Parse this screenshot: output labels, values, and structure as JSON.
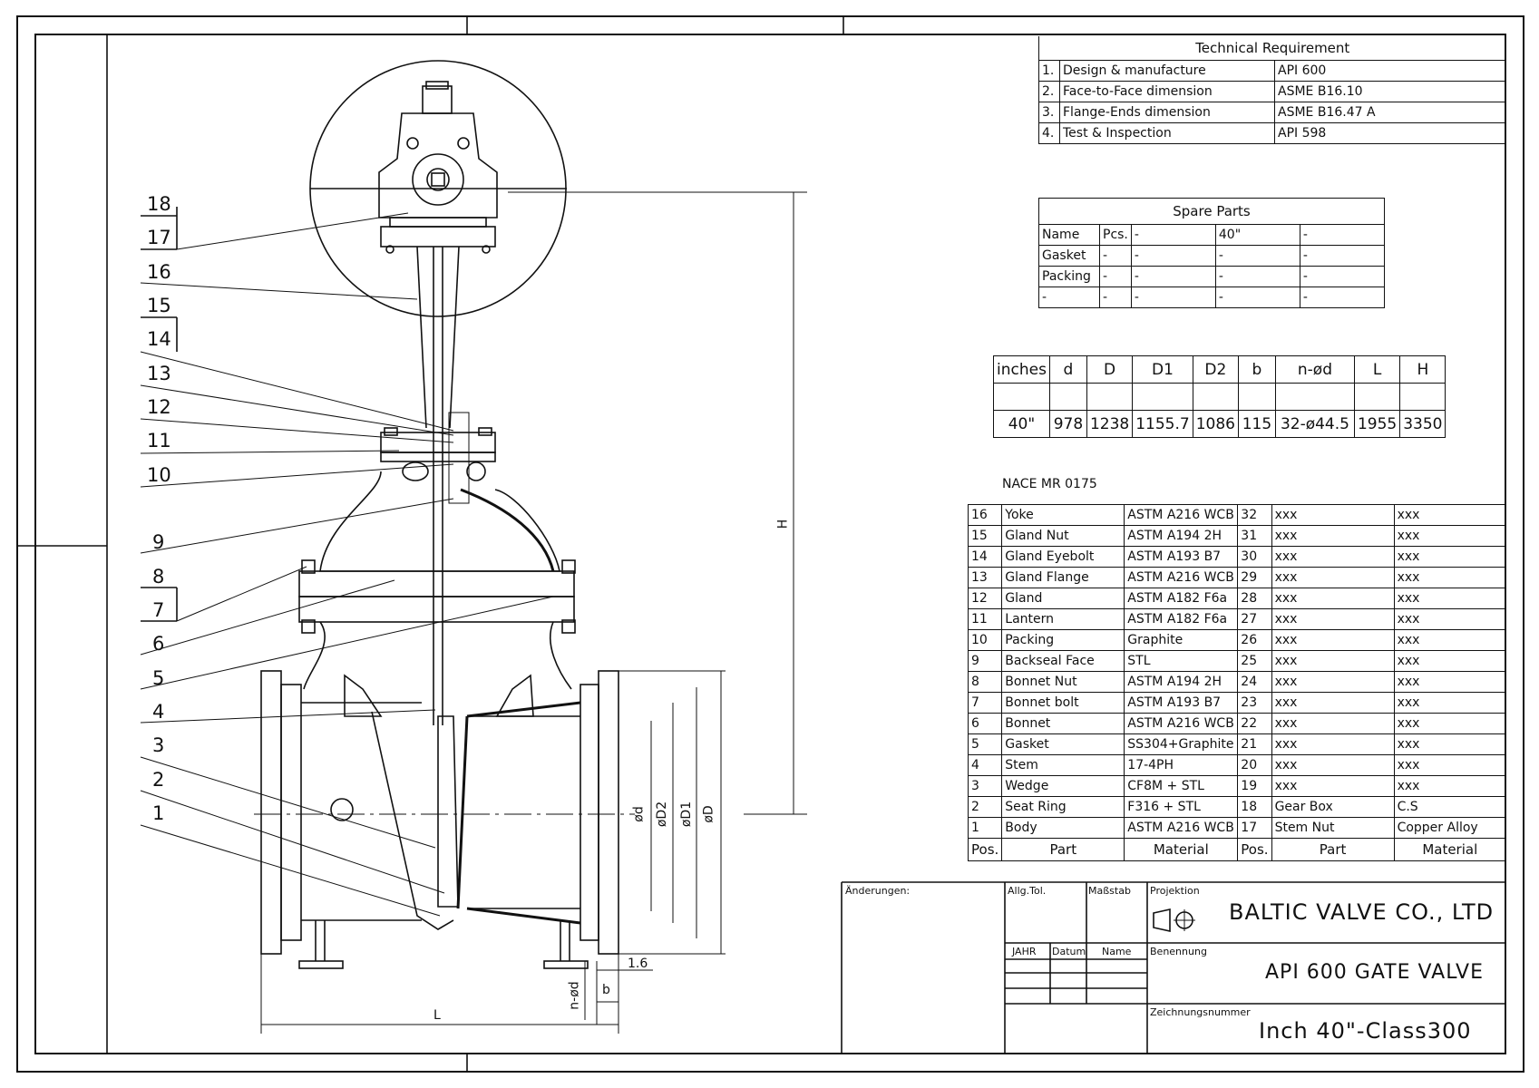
{
  "technical_requirement": {
    "title": "Technical Requirement",
    "rows": [
      {
        "no": "1.",
        "item": "Design & manufacture",
        "value": "API 600"
      },
      {
        "no": "2.",
        "item": "Face-to-Face dimension",
        "value": "ASME B16.10"
      },
      {
        "no": "3.",
        "item": "Flange-Ends dimension",
        "value": "ASME B16.47 A"
      },
      {
        "no": "4.",
        "item": "Test & Inspection",
        "value": "API 598"
      }
    ]
  },
  "spare_parts": {
    "title": "Spare Parts",
    "rows": [
      [
        "Name",
        "Pcs.",
        "-",
        "40\"",
        "-"
      ],
      [
        "Gasket",
        "-",
        "-",
        "-",
        "-"
      ],
      [
        "Packing",
        "-",
        "-",
        "-",
        "-"
      ],
      [
        "-",
        "-",
        "-",
        "-",
        "-"
      ]
    ]
  },
  "dimensions": {
    "headers": [
      "inches",
      "d",
      "D",
      "D1",
      "D2",
      "b",
      "n-ød",
      "L",
      "H"
    ],
    "rows": [
      [
        "40\"",
        "978",
        "1238",
        "1155.7",
        "1086",
        "115",
        "32-ø44.5",
        "1955",
        "3350"
      ]
    ]
  },
  "nace": "NACE MR 0175",
  "parts_list": {
    "rows": [
      [
        "16",
        "Yoke",
        "ASTM A216 WCB",
        "32",
        "xxx",
        "xxx"
      ],
      [
        "15",
        "Gland Nut",
        "ASTM A194 2H",
        "31",
        "xxx",
        "xxx"
      ],
      [
        "14",
        "Gland Eyebolt",
        "ASTM A193 B7",
        "30",
        "xxx",
        "xxx"
      ],
      [
        "13",
        "Gland Flange",
        "ASTM A216 WCB",
        "29",
        "xxx",
        "xxx"
      ],
      [
        "12",
        "Gland",
        "ASTM A182 F6a",
        "28",
        "xxx",
        "xxx"
      ],
      [
        "11",
        "Lantern",
        "ASTM A182 F6a",
        "27",
        "xxx",
        "xxx"
      ],
      [
        "10",
        "Packing",
        "Graphite",
        "26",
        "xxx",
        "xxx"
      ],
      [
        "9",
        "Backseal Face",
        "STL",
        "25",
        "xxx",
        "xxx"
      ],
      [
        "8",
        "Bonnet Nut",
        "ASTM A194 2H",
        "24",
        "xxx",
        "xxx"
      ],
      [
        "7",
        "Bonnet bolt",
        "ASTM A193 B7",
        "23",
        "xxx",
        "xxx"
      ],
      [
        "6",
        "Bonnet",
        "ASTM A216 WCB",
        "22",
        "xxx",
        "xxx"
      ],
      [
        "5",
        "Gasket",
        "SS304+Graphite",
        "21",
        "xxx",
        "xxx"
      ],
      [
        "4",
        "Stem",
        "17-4PH",
        "20",
        "xxx",
        "xxx"
      ],
      [
        "3",
        "Wedge",
        "CF8M + STL",
        "19",
        "xxx",
        "xxx"
      ],
      [
        "2",
        "Seat Ring",
        "F316 + STL",
        "18",
        "Gear Box",
        "C.S"
      ],
      [
        "1",
        "Body",
        "ASTM A216 WCB",
        "17",
        "Stem Nut",
        "Copper Alloy"
      ]
    ],
    "footer": [
      "Pos.",
      "Part",
      "Material",
      "Pos.",
      "Part",
      "Material"
    ]
  },
  "title_block": {
    "changes": "Änderungen:",
    "tolerance": "Allg.Tol.",
    "scale": "Maßstab",
    "projection": "Projektion",
    "year": "JAHR",
    "date": "Datum",
    "name": "Name",
    "designation_label": "Benennung",
    "drawing_number_label": "Zeichnungsnummer",
    "company": "BALTIC VALVE CO., LTD",
    "designation": "API 600 GATE VALVE",
    "drawing_number": "Inch 40\"-Class300"
  },
  "balloons": [
    "18",
    "17",
    "16",
    "15",
    "14",
    "13",
    "12",
    "11",
    "10",
    "9",
    "8",
    "7",
    "6",
    "5",
    "4",
    "3",
    "2",
    "1"
  ],
  "dimension_labels": {
    "H": "H",
    "L": "L",
    "d": "ød",
    "D2": "øD2",
    "D1": "øD1",
    "D": "øD",
    "b": "b",
    "thk": "1.6",
    "nd": "n-ød"
  }
}
